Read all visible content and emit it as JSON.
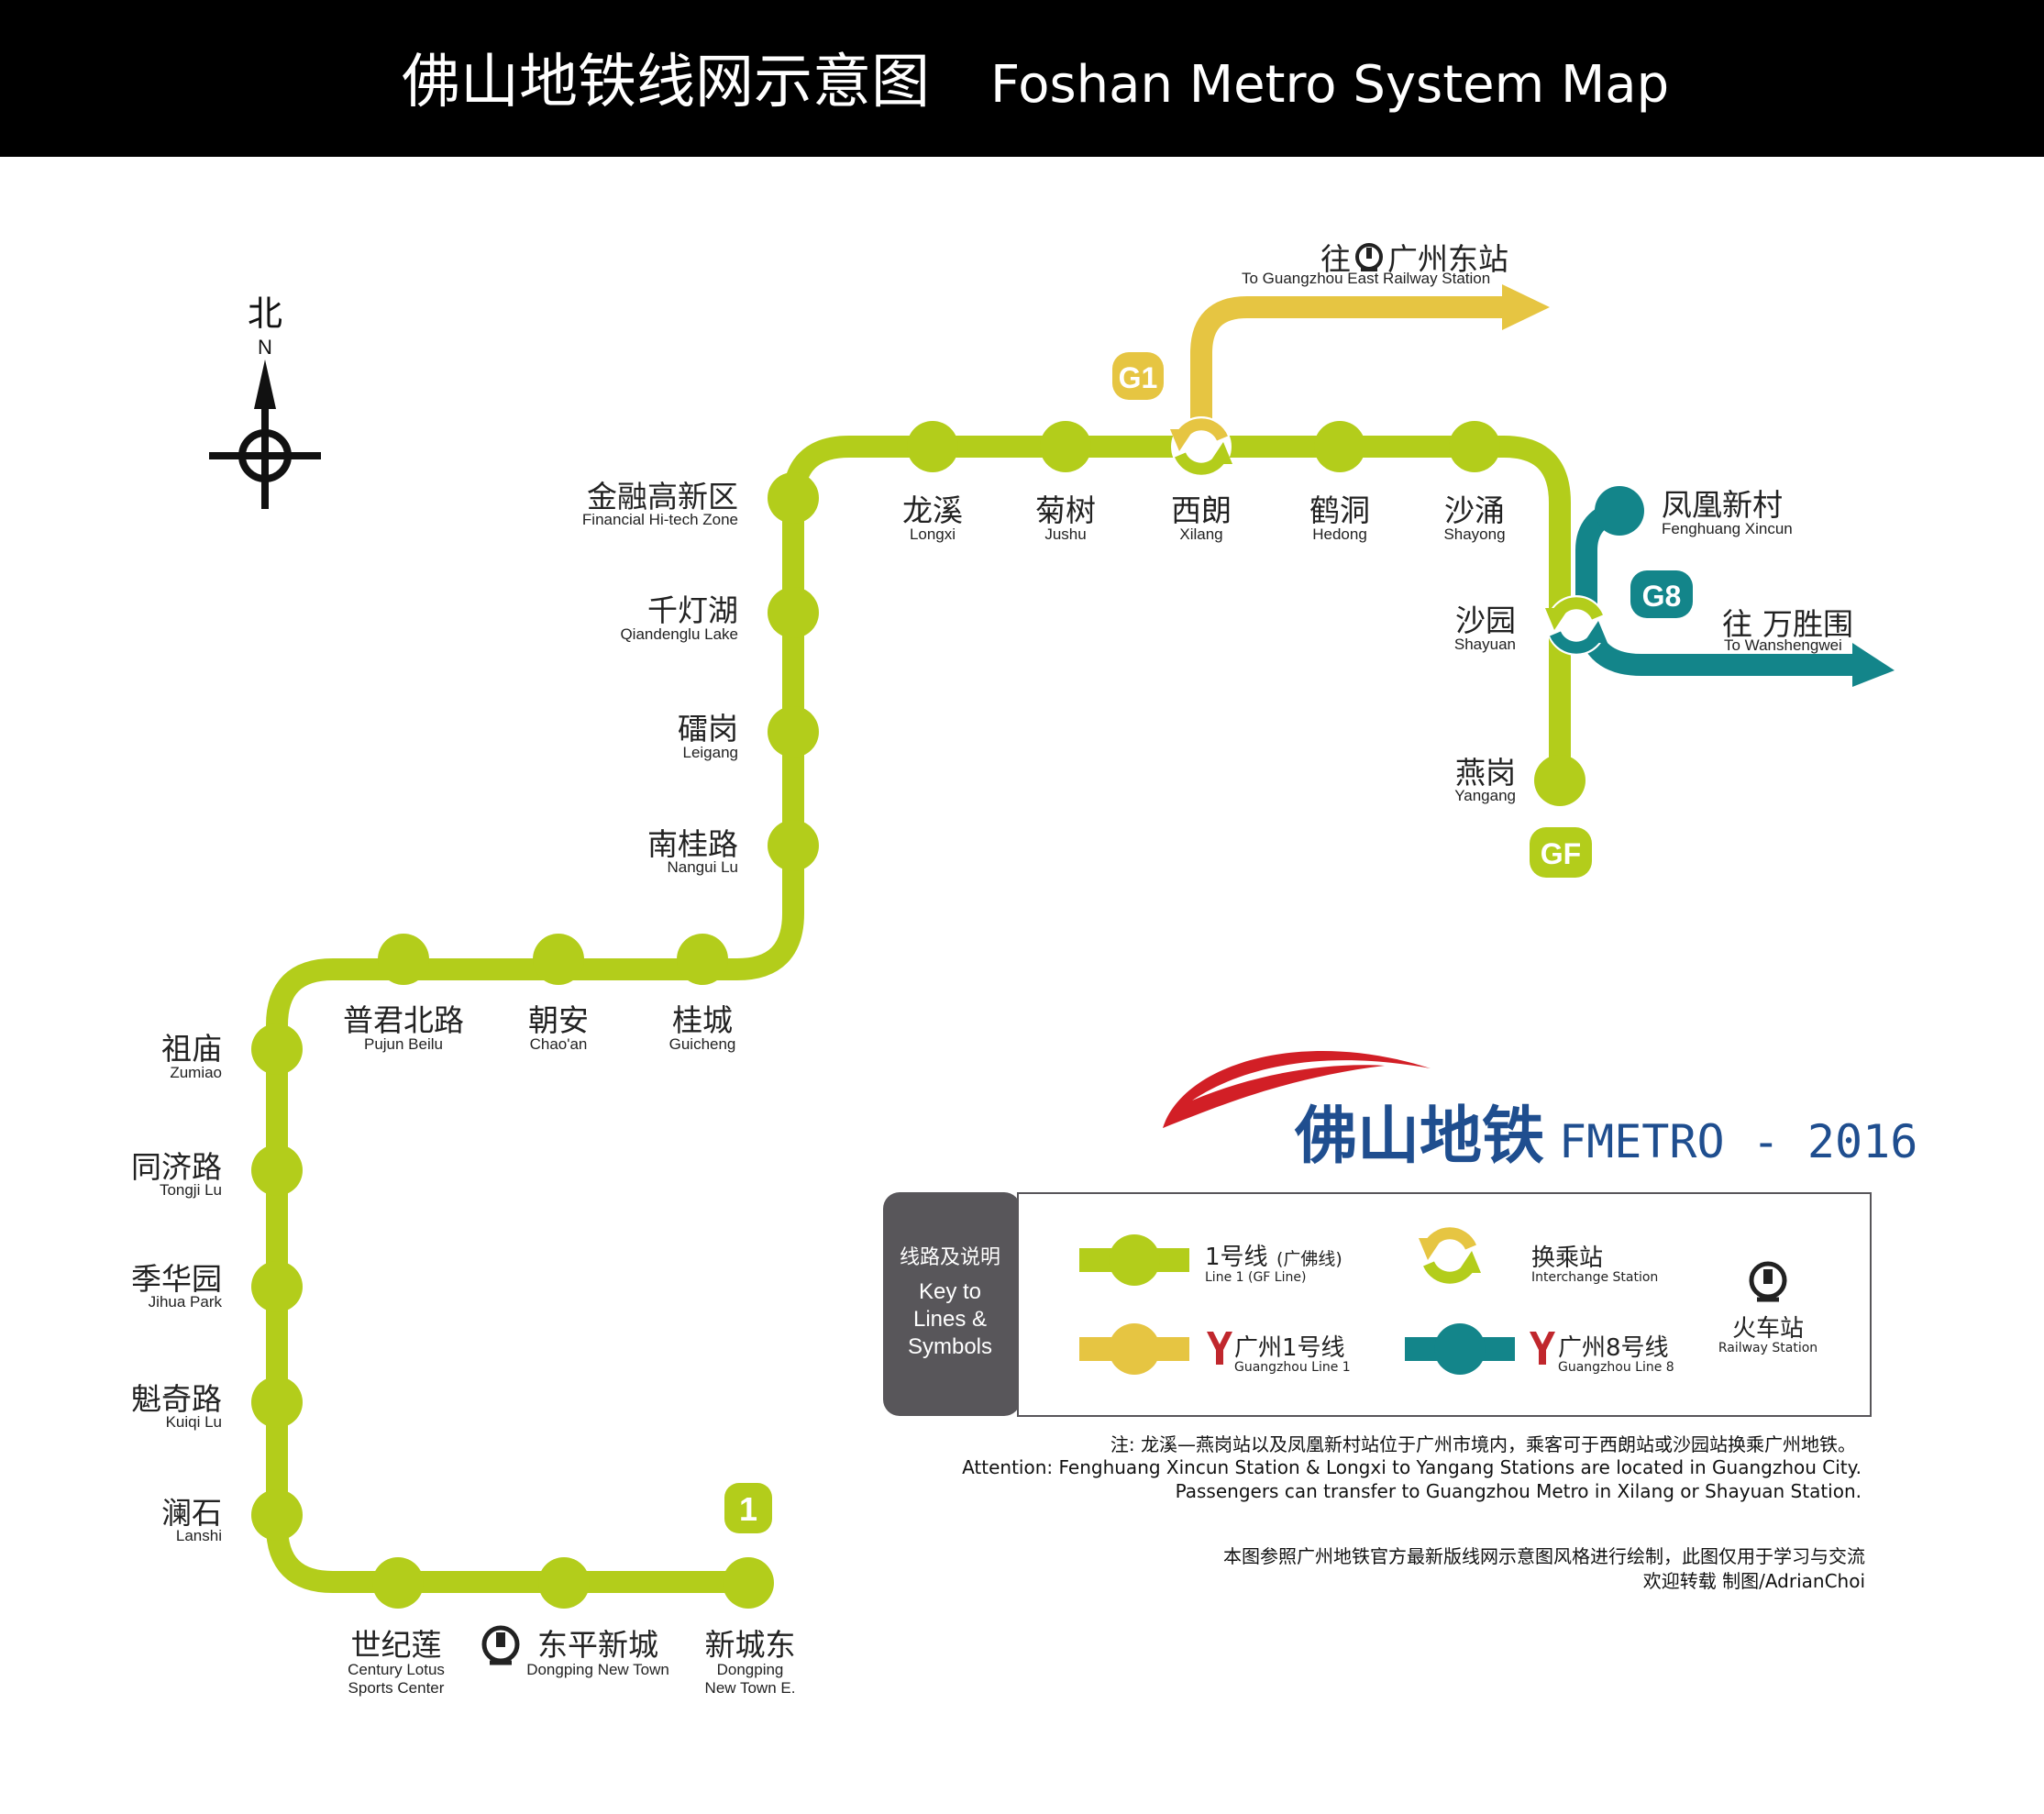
{
  "header": {
    "title_cn": "佛山地铁线网示意图",
    "title_en": "Foshan Metro System Map"
  },
  "compass": {
    "north_cn": "北",
    "north_en": "N"
  },
  "lines": {
    "line1": {
      "label": "1",
      "badge": "GF",
      "color": "#b3cd1b"
    },
    "g1": {
      "label": "G1",
      "color": "#e6c542"
    },
    "g8": {
      "label": "G8",
      "color": "#13858a"
    }
  },
  "stations": [
    {
      "id": "xinchengdong",
      "cn": "新城东",
      "en": "Dongping",
      "en2": "New Town E."
    },
    {
      "id": "dongping",
      "cn": "东平新城",
      "en": "Dongping New Town",
      "railway": true
    },
    {
      "id": "shijilian",
      "cn": "世纪莲",
      "en": "Century Lotus",
      "en2": "Sports Center"
    },
    {
      "id": "lanshi",
      "cn": "澜石",
      "en": "Lanshi"
    },
    {
      "id": "kuiqi",
      "cn": "魁奇路",
      "en": "Kuiqi Lu"
    },
    {
      "id": "jihua",
      "cn": "季华园",
      "en": "Jihua Park"
    },
    {
      "id": "tongji",
      "cn": "同济路",
      "en": "Tongji Lu"
    },
    {
      "id": "zumiao",
      "cn": "祖庙",
      "en": "Zumiao"
    },
    {
      "id": "pujun",
      "cn": "普君北路",
      "en": "Pujun Beilu"
    },
    {
      "id": "chaoan",
      "cn": "朝安",
      "en": "Chao'an"
    },
    {
      "id": "guicheng",
      "cn": "桂城",
      "en": "Guicheng"
    },
    {
      "id": "nangui",
      "cn": "南桂路",
      "en": "Nangui Lu"
    },
    {
      "id": "leigang",
      "cn": "礌岗",
      "en": "Leigang"
    },
    {
      "id": "qiandenghu",
      "cn": "千灯湖",
      "en": "Qiandenglu Lake"
    },
    {
      "id": "jinrong",
      "cn": "金融高新区",
      "en": "Financial Hi-tech Zone"
    },
    {
      "id": "longxi",
      "cn": "龙溪",
      "en": "Longxi"
    },
    {
      "id": "jushu",
      "cn": "菊树",
      "en": "Jushu"
    },
    {
      "id": "xilang",
      "cn": "西朗",
      "en": "Xilang",
      "interchange": true
    },
    {
      "id": "hedong",
      "cn": "鹤洞",
      "en": "Hedong"
    },
    {
      "id": "shayong",
      "cn": "沙涌",
      "en": "Shayong"
    },
    {
      "id": "shayuan",
      "cn": "沙园",
      "en": "Shayuan",
      "interchange": true
    },
    {
      "id": "yangang",
      "cn": "燕岗",
      "en": "Yangang"
    },
    {
      "id": "fenghuang",
      "cn": "凤凰新村",
      "en": "Fenghuang Xincun"
    }
  ],
  "destinations": {
    "g1": {
      "prefix": "往",
      "cn": "广州东站",
      "en": "To Guangzhou East Railway Station"
    },
    "g8": {
      "prefix": "往",
      "cn": "万胜围",
      "en": "To Wanshengwei"
    }
  },
  "brand": {
    "cn": "佛山地铁",
    "en": "FMETRO - 2016"
  },
  "legend": {
    "heading_cn": "线路及说明",
    "heading_en_1": "Key to",
    "heading_en_2": "Lines &",
    "heading_en_3": "Symbols",
    "line1_cn": "1号线",
    "line1_cn_suffix": "(广佛线)",
    "line1_en": "Line 1 (GF Line)",
    "interchange_cn": "换乘站",
    "interchange_en": "Interchange Station",
    "gz1_cn": "广州1号线",
    "gz1_en": "Guangzhou Line 1",
    "gz8_cn": "广州8号线",
    "gz8_en": "Guangzhou Line 8",
    "railway_cn": "火车站",
    "railway_en": "Railway Station"
  },
  "notes": {
    "line1": "注: 龙溪—燕岗站以及凤凰新村站位于广州市境内，乘客可于西朗站或沙园站换乘广州地铁。",
    "line2": "Attention: Fenghuang Xincun Station & Longxi to Yangang Stations are located in Guangzhou City.",
    "line3": "Passengers can transfer to Guangzhou Metro in Xilang or Shayuan Station.",
    "credit1": "本图参照广州地铁官方最新版线网示意图风格进行绘制，此图仅用于学习与交流",
    "credit2": "欢迎转载   制图/AdrianChoi"
  }
}
